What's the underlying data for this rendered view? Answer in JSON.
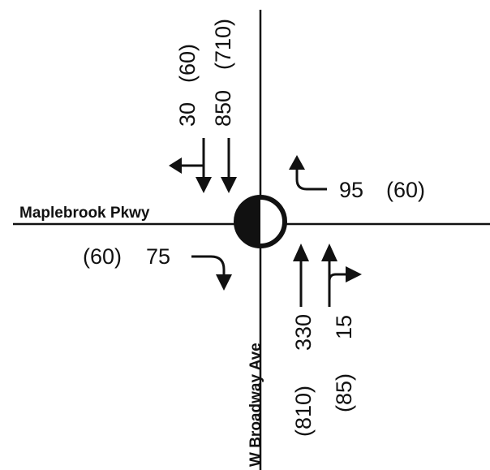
{
  "streets": {
    "east_west": "Maplebrook Pkwy",
    "north_south": "W Broadway Ave"
  },
  "movements": {
    "southbound": {
      "right": {
        "am": "30",
        "pm": "(60)"
      },
      "through": {
        "am": "850",
        "pm": "(710)"
      }
    },
    "westbound": {
      "right": {
        "am": "95",
        "pm": "(60)"
      }
    },
    "eastbound": {
      "right": {
        "am": "75",
        "pm": "(60)"
      }
    },
    "northbound": {
      "through": {
        "am": "330",
        "pm": "(810)"
      },
      "right": {
        "am": "15",
        "pm": "(85)"
      }
    }
  },
  "control": "roundabout-half-filled-circle"
}
